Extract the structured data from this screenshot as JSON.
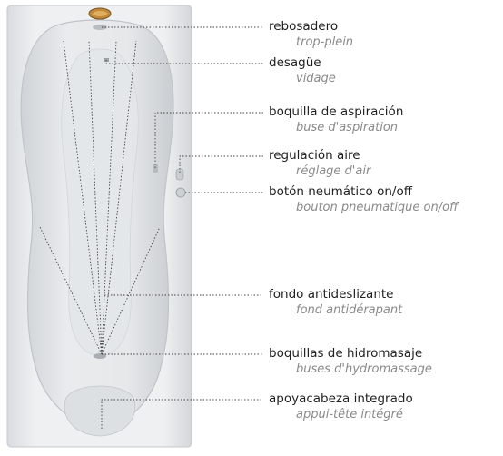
{
  "figure": {
    "brand_badge": "jacuzzi-badge",
    "colors": {
      "leader_line": "#444444",
      "text_es": "#1f1f1f",
      "text_fr": "#8a8a8a",
      "tub_shell": "#e8eaec",
      "tub_basin": "#dfe2e5"
    }
  },
  "callouts": [
    {
      "id": "rebosadero",
      "es": "rebosadero",
      "fr": "trop-plein"
    },
    {
      "id": "desague",
      "es": "desagüe",
      "fr": "vidage"
    },
    {
      "id": "boquilla-aspiracion",
      "es": "boquilla de aspiración",
      "fr": "buse d'aspiration"
    },
    {
      "id": "regulacion-aire",
      "es": "regulación aire",
      "fr": "réglage d'air"
    },
    {
      "id": "boton-neumatico",
      "es": "botón neumático on/off",
      "fr": "bouton pneumatique on/off"
    },
    {
      "id": "fondo-antideslizante",
      "es": "fondo antideslizante",
      "fr": "fond antidérapant"
    },
    {
      "id": "boquillas-hidromasaje",
      "es": "boquillas de hidromasaje",
      "fr": "buses d'hydromassage"
    },
    {
      "id": "apoyacabeza",
      "es": "apoyacabeza integrado",
      "fr": "appui-tête intégré"
    }
  ]
}
